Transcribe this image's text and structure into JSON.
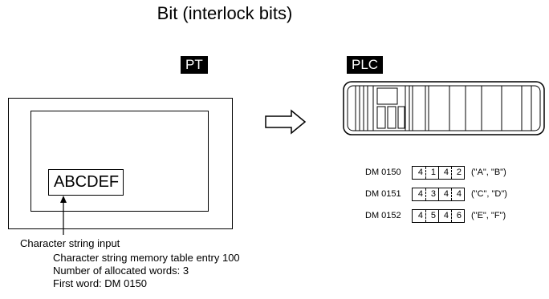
{
  "title": "Bit (interlock bits)",
  "pt_tag": "PT",
  "plc_tag": "PLC",
  "input_value": "ABCDEF",
  "caption": {
    "heading": "Character string input",
    "lines": [
      "Character string memory table entry 100",
      "Number of allocated words: 3",
      "First word: DM 0150"
    ]
  },
  "dm_rows": [
    {
      "addr": "DM 0150",
      "nibbles": [
        "4",
        "1",
        "4",
        "2"
      ],
      "chars": "(\"A\", \"B\")"
    },
    {
      "addr": "DM 0151",
      "nibbles": [
        "4",
        "3",
        "4",
        "4"
      ],
      "chars": "(\"C\", \"D\")"
    },
    {
      "addr": "DM 0152",
      "nibbles": [
        "4",
        "5",
        "4",
        "6"
      ],
      "chars": "(\"E\", \"F\")"
    }
  ]
}
